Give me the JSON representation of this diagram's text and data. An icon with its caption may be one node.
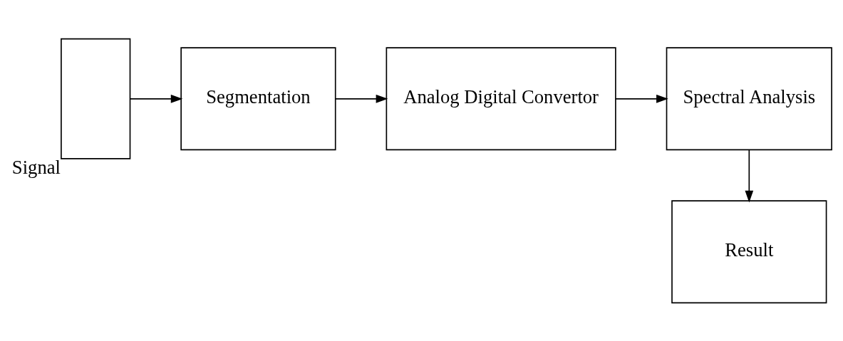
{
  "diagram": {
    "nodes": [
      {
        "text": [],
        "shape": "box",
        "beside": [
          "Signal"
        ]
      },
      {
        "text": [
          "Segmentation"
        ]
      },
      {
        "text": [
          "Analog Digital Convertor"
        ]
      },
      {
        "text": [
          "Spectral Analysis"
        ]
      },
      {
        "text": [
          "Result"
        ]
      }
    ],
    "edges": [
      {
        "from": 0,
        "to": 1,
        "arrow": "to"
      },
      {
        "from": 1,
        "to": 2,
        "arrow": "to"
      },
      {
        "from": 2,
        "to": 3,
        "arrow": "to"
      },
      {
        "from": 3,
        "to": 4,
        "arrow": "to"
      }
    ]
  }
}
